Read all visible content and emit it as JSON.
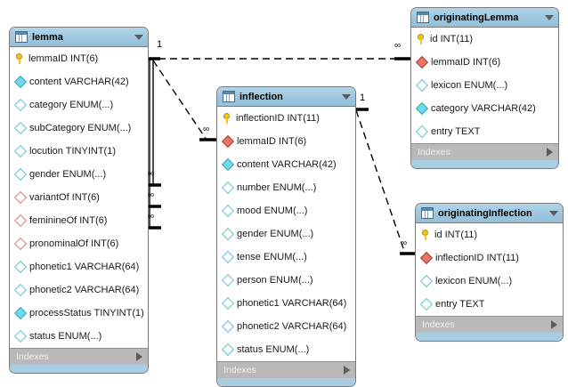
{
  "diagram": {
    "title": "EER Diagram",
    "background": "#ffffff",
    "header_color": "#9ec8e0",
    "footer_color": "#b9b9b9",
    "strip_color": "#a9cde2",
    "border_color": "#7a7a7a",
    "pk_icon_color": "#f5c518",
    "fk_icon_color": "#e8756a",
    "col_icon_color": "#6fdbe8"
  },
  "tables": [
    {
      "name": "lemma",
      "icon": "table-icon",
      "collapse_icon": "chevron-down-icon",
      "footer_label": "Indexes",
      "footer_icon": "triangle-right-icon",
      "columns": [
        {
          "label": "lemmaID INT(6)",
          "icon": "key-icon",
          "glyph": "key"
        },
        {
          "label": "content VARCHAR(42)",
          "icon": "column-filled-icon",
          "glyph": "filled-cyan"
        },
        {
          "label": "category ENUM(...)",
          "icon": "column-nullable-icon",
          "glyph": "hollow-cyan"
        },
        {
          "label": "subCategory ENUM(...)",
          "icon": "column-nullable-icon",
          "glyph": "hollow-cyan"
        },
        {
          "label": "locution TINYINT(1)",
          "icon": "column-nullable-icon",
          "glyph": "hollow-cyan"
        },
        {
          "label": "gender ENUM(...)",
          "icon": "column-nullable-icon",
          "glyph": "hollow-cyan"
        },
        {
          "label": "variantOf INT(6)",
          "icon": "foreign-key-nullable-icon",
          "glyph": "hollow-red"
        },
        {
          "label": "feminineOf INT(6)",
          "icon": "foreign-key-nullable-icon",
          "glyph": "hollow-red"
        },
        {
          "label": "pronominalOf INT(6)",
          "icon": "foreign-key-nullable-icon",
          "glyph": "hollow-red"
        },
        {
          "label": "phonetic1 VARCHAR(64)",
          "icon": "column-nullable-icon",
          "glyph": "hollow-cyan"
        },
        {
          "label": "phonetic2 VARCHAR(64)",
          "icon": "column-nullable-icon",
          "glyph": "hollow-cyan"
        },
        {
          "label": "processStatus TINYINT(1)",
          "icon": "column-filled-icon",
          "glyph": "filled-cyan"
        },
        {
          "label": "status ENUM(...)",
          "icon": "column-nullable-icon",
          "glyph": "hollow-cyan"
        }
      ]
    },
    {
      "name": "inflection",
      "icon": "table-icon",
      "collapse_icon": "chevron-down-icon",
      "footer_label": "Indexes",
      "footer_icon": "triangle-right-icon",
      "columns": [
        {
          "label": "inflectionID INT(11)",
          "icon": "key-icon",
          "glyph": "key"
        },
        {
          "label": "lemmaID INT(6)",
          "icon": "foreign-key-icon",
          "glyph": "filled-red"
        },
        {
          "label": "content VARCHAR(42)",
          "icon": "column-filled-icon",
          "glyph": "filled-cyan"
        },
        {
          "label": "number ENUM(...)",
          "icon": "column-nullable-icon",
          "glyph": "hollow-cyan"
        },
        {
          "label": "mood ENUM(...)",
          "icon": "column-nullable-icon",
          "glyph": "hollow-cyan"
        },
        {
          "label": "gender ENUM(...)",
          "icon": "column-nullable-icon",
          "glyph": "hollow-cyan"
        },
        {
          "label": "tense ENUM(...)",
          "icon": "column-nullable-icon",
          "glyph": "hollow-cyan"
        },
        {
          "label": "person ENUM(...)",
          "icon": "column-nullable-icon",
          "glyph": "hollow-cyan"
        },
        {
          "label": "phonetic1 VARCHAR(64)",
          "icon": "column-nullable-icon",
          "glyph": "hollow-cyan"
        },
        {
          "label": "phonetic2 VARCHAR(64)",
          "icon": "column-nullable-icon",
          "glyph": "hollow-cyan"
        },
        {
          "label": "status ENUM(...)",
          "icon": "column-nullable-icon",
          "glyph": "hollow-cyan"
        }
      ]
    },
    {
      "name": "originatingLemma",
      "icon": "table-icon",
      "collapse_icon": "chevron-down-icon",
      "footer_label": "Indexes",
      "footer_icon": "triangle-right-icon",
      "columns": [
        {
          "label": "id INT(11)",
          "icon": "key-icon",
          "glyph": "key"
        },
        {
          "label": "lemmaID INT(6)",
          "icon": "foreign-key-icon",
          "glyph": "filled-red"
        },
        {
          "label": "lexicon ENUM(...)",
          "icon": "column-nullable-icon",
          "glyph": "hollow-cyan"
        },
        {
          "label": "category VARCHAR(42)",
          "icon": "column-filled-icon",
          "glyph": "filled-cyan"
        },
        {
          "label": "entry TEXT",
          "icon": "column-nullable-icon",
          "glyph": "hollow-cyan"
        }
      ]
    },
    {
      "name": "originatingInflection",
      "icon": "table-icon",
      "collapse_icon": "chevron-down-icon",
      "footer_label": "Indexes",
      "footer_icon": "triangle-right-icon",
      "columns": [
        {
          "label": "id INT(11)",
          "icon": "key-icon",
          "glyph": "key"
        },
        {
          "label": "inflectionID INT(11)",
          "icon": "foreign-key-icon",
          "glyph": "filled-red"
        },
        {
          "label": "lexicon ENUM(...)",
          "icon": "column-nullable-icon",
          "glyph": "hollow-cyan"
        },
        {
          "label": "entry TEXT",
          "icon": "column-nullable-icon",
          "glyph": "hollow-cyan"
        }
      ]
    }
  ],
  "relationships": [
    {
      "from": "lemma",
      "to": "originatingLemma",
      "from_card": "1",
      "to_card": "∞",
      "style": "identifying-dashed"
    },
    {
      "from": "lemma",
      "to": "inflection",
      "from_card": "1",
      "to_card": "∞",
      "style": "identifying-dashed"
    },
    {
      "from": "inflection",
      "to": "originatingInflection",
      "from_card": "1",
      "to_card": "∞",
      "style": "identifying-dashed"
    },
    {
      "from": "lemma",
      "to": "lemma",
      "from_card": "1",
      "to_card": "∞",
      "style": "self-reference",
      "column": "variantOf"
    },
    {
      "from": "lemma",
      "to": "lemma",
      "from_card": "1",
      "to_card": "∞",
      "style": "self-reference",
      "column": "feminineOf"
    },
    {
      "from": "lemma",
      "to": "lemma",
      "from_card": "1",
      "to_card": "∞",
      "style": "self-reference",
      "column": "pronominalOf"
    }
  ],
  "cardinality_labels": {
    "lemma_one": "1",
    "inflection_one": "1",
    "origlemma_many": "∞",
    "inflection_many": "∞",
    "originflection_many": "∞",
    "self1_many": "∞",
    "self2_many": "∞",
    "self3_many": "∞"
  }
}
